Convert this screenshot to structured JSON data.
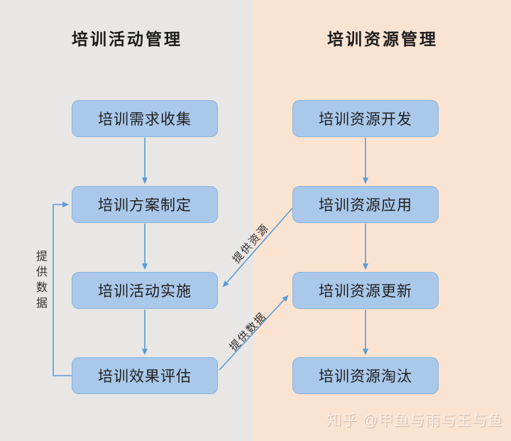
{
  "colors": {
    "left_background": "#e8e7e5",
    "right_background": "#fbe3d2",
    "box_fill": "#a9c8ea",
    "box_border": "#86b3db",
    "arrow": "#5b9bd5",
    "box_text": "#1f1f1f",
    "watermark_text": "#faf3ed"
  },
  "left_section": {
    "title": "培训活动管理",
    "boxes": [
      {
        "label": "培训需求收集"
      },
      {
        "label": "培训方案制定"
      },
      {
        "label": "培训活动实施"
      },
      {
        "label": "培训效果评估"
      }
    ]
  },
  "right_section": {
    "title": "培训资源管理",
    "boxes": [
      {
        "label": "培训资源开发"
      },
      {
        "label": "培训资源应用"
      },
      {
        "label": "培训资源更新"
      },
      {
        "label": "培训资源淘汰"
      }
    ]
  },
  "edge_labels": {
    "feedback_loop": "提供数据",
    "provide_resources": "提供资源",
    "provide_data": "提供数据"
  },
  "watermark": "知乎 @甲鱼与雨与玉与鱼"
}
